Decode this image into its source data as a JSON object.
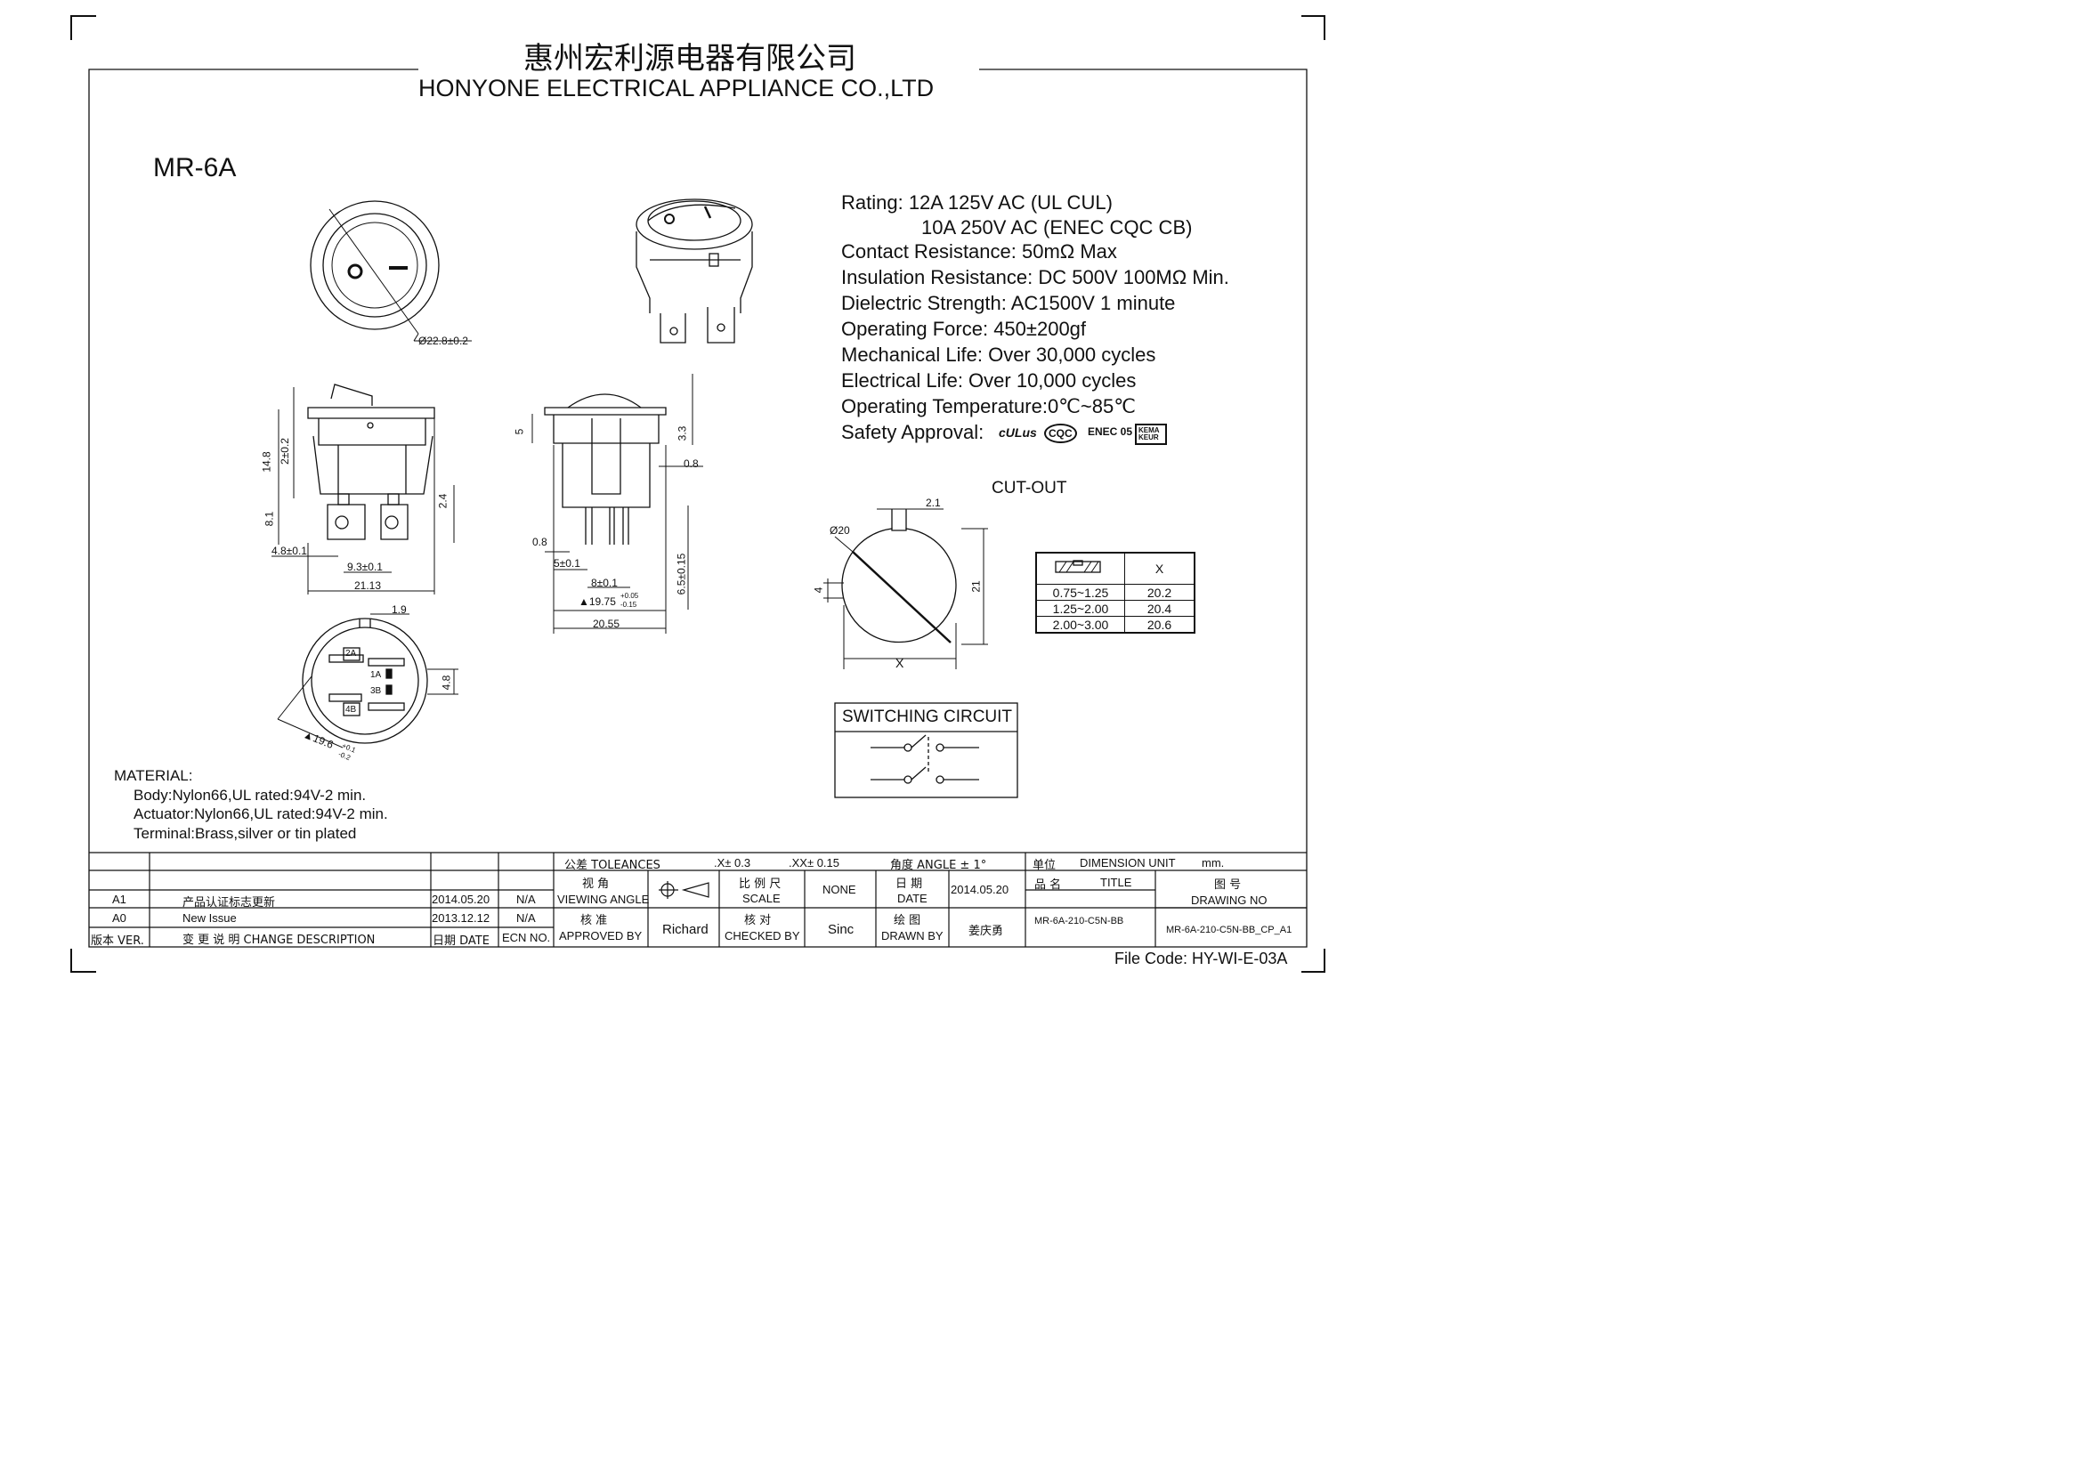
{
  "header": {
    "company_cn": "惠州宏利源电器有限公司",
    "company_en": "HONYONE  ELECTRICAL  APPLIANCE  CO.,LTD"
  },
  "model": "MR-6A",
  "specs": {
    "rating_line1": "Rating: 12A 125V AC (UL  CUL)",
    "rating_line2": "10A 250V AC (ENEC  CQC CB)",
    "contact_resistance": "Contact Resistance: 50mΩ Max",
    "insulation_resistance": "Insulation Resistance: DC 500V 100MΩ Min.",
    "dielectric_strength": "Dielectric Strength: AC1500V 1 minute",
    "operating_force": "Operating Force: 450±200gf",
    "mechanical_life": "Mechanical Life: Over 30,000 cycles",
    "electrical_life": "Electrical Life: Over 10,000 cycles",
    "operating_temperature": "Operating Temperature:0℃~85℃",
    "safety_approval": "Safety Approval:",
    "approval_marks": [
      "cULus",
      "CQC",
      "ENEC 05",
      "KEMA KEUR"
    ]
  },
  "dimensions": {
    "diameter_front": "Ø22.8±0.2",
    "d14_8": "14.8",
    "d2": "2±0.2",
    "d8_1": "8.1",
    "d2_4": "2.4",
    "d4_8a": "4.8±0.1",
    "d9_3": "9.3±0.1",
    "d21_13": "21.13",
    "d5": "5",
    "d3_3": "3.3",
    "d0_8a": "0.8",
    "d0_8b": "0.8",
    "d5_01": "5±0.1",
    "d8_01": "8±0.1",
    "d19_75": "▲19.75",
    "d19_75_tol_up": "+0.05",
    "d19_75_tol_dn": "-0.15",
    "d6_5": "6.5±0.15",
    "d20_55": "20.55",
    "d1_9": "1.9",
    "d4_8b": "4.8",
    "d19_6": "▲19.6",
    "d19_6_tol_up": "+0.1",
    "d19_6_tol_dn": "-0.2",
    "terminal_2a": "2A",
    "terminal_1a": "1A",
    "terminal_3b": "3B",
    "terminal_4b": "4B"
  },
  "cutout": {
    "title": "CUT-OUT",
    "d2_1": "2.1",
    "d20": "Ø20",
    "d21": "21",
    "d4": "4",
    "x_label": "X",
    "table_header_x": "X",
    "rows": [
      {
        "range": "0.75~1.25",
        "x": "20.2"
      },
      {
        "range": "1.25~2.00",
        "x": "20.4"
      },
      {
        "range": "2.00~3.00",
        "x": "20.6"
      }
    ]
  },
  "switching_circuit": {
    "title": "SWITCHING CIRCUIT"
  },
  "material": {
    "title": "MATERIAL:",
    "body": "Body:Nylon66,UL rated:94V-2 min.",
    "actuator": "Actuator:Nylon66,UL rated:94V-2 min.",
    "terminal": "Terminal:Brass,silver or tin plated"
  },
  "title_block": {
    "tolerances_label": "公差 TOLEANCES",
    "tol_x": ".X± 0.3",
    "tol_xx": ".XX± 0.15",
    "angle": "角度 ANGLE ± 1°",
    "unit_cn": "单位",
    "unit_label": "DIMENSION UNIT",
    "unit_value": "mm.",
    "viewing_angle_cn": "视 角",
    "viewing_angle": "VIEWING ANGLE",
    "scale_cn": "比 例 尺",
    "scale": "SCALE",
    "scale_value": "NONE",
    "date_cn": "日 期",
    "date": "DATE",
    "date_value": "2014.05.20",
    "title_cn": "品 名",
    "title": "TITLE",
    "drawing_no_cn": "图 号",
    "drawing_no": "DRAWING NO",
    "approved_cn": "核 准",
    "approved": "APPROVED BY",
    "approved_value": "Richard",
    "checked_cn": "核 对",
    "checked": "CHECKED BY",
    "checked_value": "Sinc",
    "drawn_cn": "绘 图",
    "drawn": "DRAWN BY",
    "drawn_value": "姜庆勇",
    "title_value": "MR-6A-210-C5N-BB",
    "drawing_no_value": "MR-6A-210-C5N-BB_CP_A1",
    "revisions": [
      {
        "ver": "A1",
        "desc": "产品认证标志更新",
        "date": "2014.05.20",
        "ecn": "N/A"
      },
      {
        "ver": "A0",
        "desc": "New Issue",
        "date": "2013.12.12",
        "ecn": "N/A"
      }
    ],
    "ver_header": "版本 VER.",
    "desc_header": "变 更 说 明  CHANGE DESCRIPTION",
    "date_header": "日期 DATE",
    "ecn_header": "ECN NO."
  },
  "file_code": "File Code: HY-WI-E-03A"
}
